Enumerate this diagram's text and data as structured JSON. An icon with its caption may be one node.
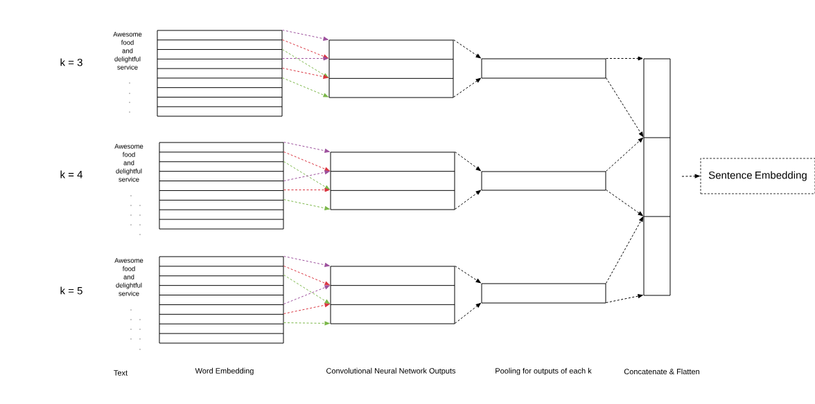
{
  "diagram": {
    "nodes": [
      {
        "text": [],
        "shape": "box"
      },
      {
        "text": [],
        "shape": "box"
      },
      {
        "text": [],
        "shape": "box"
      },
      {
        "text": [],
        "shape": "box"
      },
      {
        "text": [],
        "shape": "box"
      },
      {
        "text": [],
        "shape": "box"
      },
      {
        "text": [],
        "shape": "box"
      },
      {
        "text": [],
        "shape": "box"
      },
      {
        "text": [],
        "shape": "box"
      },
      {
        "text": [],
        "shape": "box"
      },
      {
        "text": [
          "Sentence Embedding"
        ]
      }
    ],
    "edges": [
      {
        "from": 0,
        "to": 1,
        "arrow": "to",
        "style": "dashed",
        "color": "#9c4f9c"
      },
      {
        "from": 0,
        "to": 1,
        "arrow": "to",
        "style": "dashed",
        "color": "#d9343f"
      },
      {
        "from": 0,
        "to": 1,
        "arrow": "to",
        "style": "dashed",
        "color": "#7ab648"
      },
      {
        "from": 0,
        "to": 1,
        "arrow": "to",
        "style": "dashed",
        "color": "#9c4f9c"
      },
      {
        "from": 0,
        "to": 1,
        "arrow": "to",
        "style": "dashed",
        "color": "#d9343f"
      },
      {
        "from": 0,
        "to": 1,
        "arrow": "to",
        "style": "dashed",
        "color": "#7ab648"
      },
      {
        "from": 3,
        "to": 4,
        "arrow": "to",
        "style": "dashed",
        "color": "#9c4f9c"
      },
      {
        "from": 3,
        "to": 4,
        "arrow": "to",
        "style": "dashed",
        "color": "#d9343f"
      },
      {
        "from": 3,
        "to": 4,
        "arrow": "to",
        "style": "dashed",
        "color": "#7ab648"
      },
      {
        "from": 3,
        "to": 4,
        "arrow": "to",
        "style": "dashed",
        "color": "#9c4f9c"
      },
      {
        "from": 3,
        "to": 4,
        "arrow": "to",
        "style": "dashed",
        "color": "#d9343f"
      },
      {
        "from": 3,
        "to": 4,
        "arrow": "to",
        "style": "dashed",
        "color": "#7ab648"
      },
      {
        "from": 6,
        "to": 7,
        "arrow": "to",
        "style": "dashed",
        "color": "#9c4f9c"
      },
      {
        "from": 6,
        "to": 7,
        "arrow": "to",
        "style": "dashed",
        "color": "#d9343f"
      },
      {
        "from": 6,
        "to": 7,
        "arrow": "to",
        "style": "dashed",
        "color": "#7ab648"
      },
      {
        "from": 6,
        "to": 7,
        "arrow": "to",
        "style": "dashed",
        "color": "#9c4f9c"
      },
      {
        "from": 6,
        "to": 7,
        "arrow": "to",
        "style": "dashed",
        "color": "#d9343f"
      },
      {
        "from": 6,
        "to": 7,
        "arrow": "to",
        "style": "dashed",
        "color": "#7ab648"
      },
      {
        "from": 1,
        "to": 2,
        "arrow": "to",
        "style": "dashed"
      },
      {
        "from": 1,
        "to": 2,
        "arrow": "to",
        "style": "dashed"
      },
      {
        "from": 4,
        "to": 5,
        "arrow": "to",
        "style": "dashed"
      },
      {
        "from": 4,
        "to": 5,
        "arrow": "to",
        "style": "dashed"
      },
      {
        "from": 7,
        "to": 8,
        "arrow": "to",
        "style": "dashed"
      },
      {
        "from": 7,
        "to": 8,
        "arrow": "to",
        "style": "dashed"
      },
      {
        "from": 2,
        "to": 9,
        "arrow": "to",
        "style": "dashed"
      },
      {
        "from": 2,
        "to": 9,
        "arrow": "to",
        "style": "dashed"
      },
      {
        "from": 5,
        "to": 9,
        "arrow": "to",
        "style": "dashed"
      },
      {
        "from": 5,
        "to": 9,
        "arrow": "to",
        "style": "dashed"
      },
      {
        "from": 8,
        "to": 9,
        "arrow": "to",
        "style": "dashed"
      },
      {
        "from": 8,
        "to": 9,
        "arrow": "to",
        "style": "dashed"
      },
      {
        "from": null,
        "to": 10,
        "arrow": "to",
        "style": "dashed"
      }
    ],
    "labels": [
      "k = 3",
      "Awesome food and delightful service",
      "k = 4",
      "Awesome food and delightful service",
      "k = 5",
      "Awesome food and delightful service",
      "Text",
      "Word Embedding",
      "Convolutional Neural Network Outputs",
      "Pooling for outputs of each k",
      "Concatenate & Flatten"
    ]
  }
}
